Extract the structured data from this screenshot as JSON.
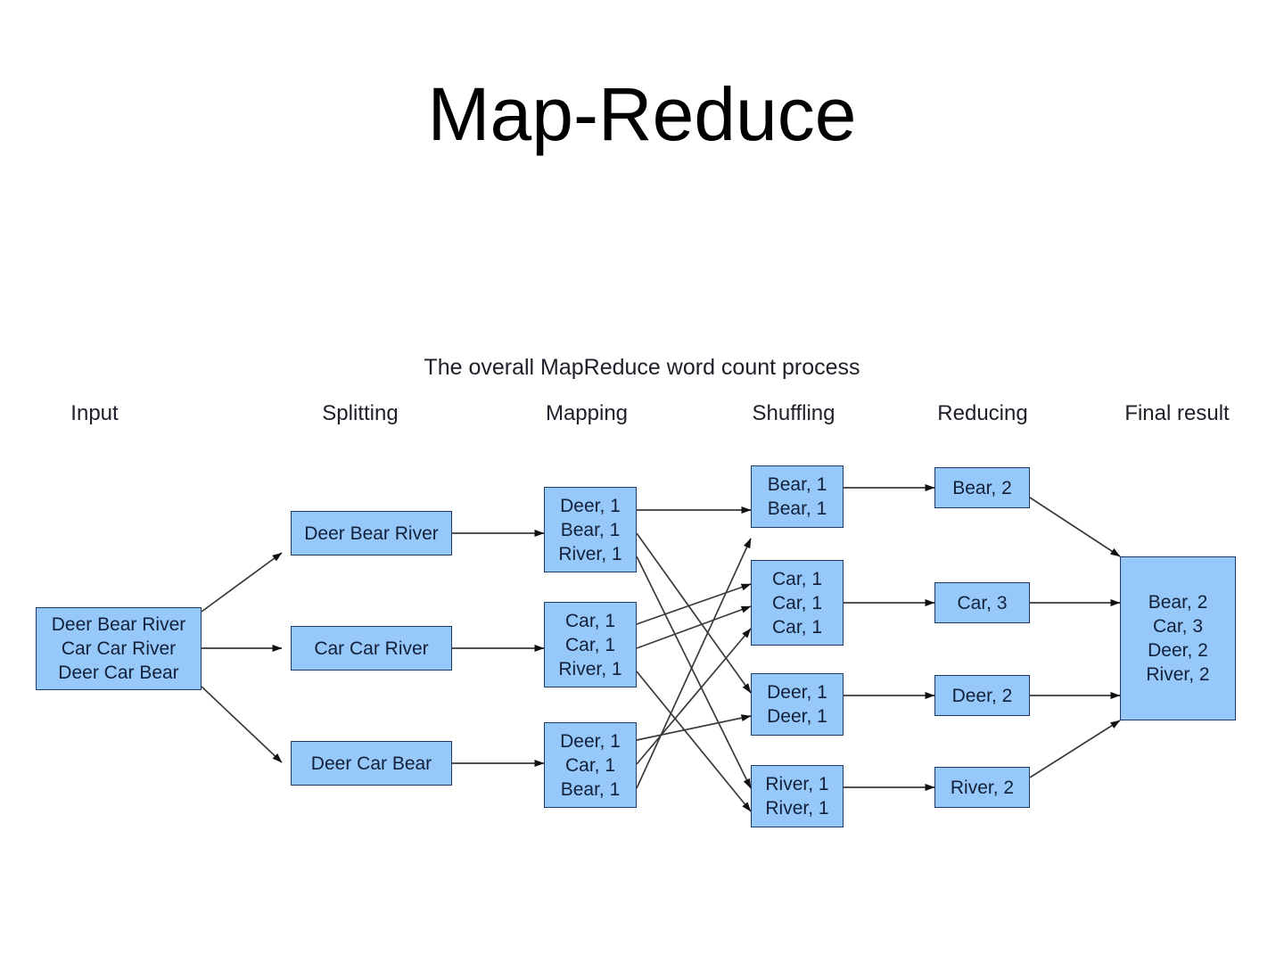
{
  "slide": {
    "title": "Map-Reduce"
  },
  "diagram": {
    "subtitle": "The overall MapReduce word count process",
    "stages": [
      {
        "id": "input",
        "label": "Input"
      },
      {
        "id": "splitting",
        "label": "Splitting"
      },
      {
        "id": "mapping",
        "label": "Mapping"
      },
      {
        "id": "shuffling",
        "label": "Shuffling"
      },
      {
        "id": "reducing",
        "label": "Reducing"
      },
      {
        "id": "final-result",
        "label": "Final result"
      }
    ],
    "colors": {
      "node_fill": "#96c8fa",
      "node_border": "#1f3b63",
      "edge": "#3a3a3a",
      "text": "#13203a",
      "background": "#ffffff"
    },
    "nodes": {
      "input": [
        {
          "id": "input-0",
          "lines": [
            "Deer Bear River",
            "Car Car River",
            "Deer Car Bear"
          ]
        }
      ],
      "splitting": [
        {
          "id": "split-0",
          "lines": [
            "Deer Bear River"
          ]
        },
        {
          "id": "split-1",
          "lines": [
            "Car Car River"
          ]
        },
        {
          "id": "split-2",
          "lines": [
            "Deer Car Bear"
          ]
        }
      ],
      "mapping": [
        {
          "id": "map-0",
          "lines": [
            "Deer, 1",
            "Bear, 1",
            "River, 1"
          ]
        },
        {
          "id": "map-1",
          "lines": [
            "Car, 1",
            "Car, 1",
            "River, 1"
          ]
        },
        {
          "id": "map-2",
          "lines": [
            "Deer, 1",
            "Car, 1",
            "Bear, 1"
          ]
        }
      ],
      "shuffling": [
        {
          "id": "shuffle-0",
          "lines": [
            "Bear, 1",
            "Bear, 1"
          ]
        },
        {
          "id": "shuffle-1",
          "lines": [
            "Car, 1",
            "Car, 1",
            "Car, 1"
          ]
        },
        {
          "id": "shuffle-2",
          "lines": [
            "Deer, 1",
            "Deer, 1"
          ]
        },
        {
          "id": "shuffle-3",
          "lines": [
            "River, 1",
            "River, 1"
          ]
        }
      ],
      "reducing": [
        {
          "id": "reduce-0",
          "lines": [
            "Bear, 2"
          ]
        },
        {
          "id": "reduce-1",
          "lines": [
            "Car, 3"
          ]
        },
        {
          "id": "reduce-2",
          "lines": [
            "Deer, 2"
          ]
        },
        {
          "id": "reduce-3",
          "lines": [
            "River, 2"
          ]
        }
      ],
      "final": [
        {
          "id": "final-0",
          "lines": [
            "Bear, 2",
            "Car, 3",
            "Deer, 2",
            "River, 2"
          ]
        }
      ]
    }
  }
}
